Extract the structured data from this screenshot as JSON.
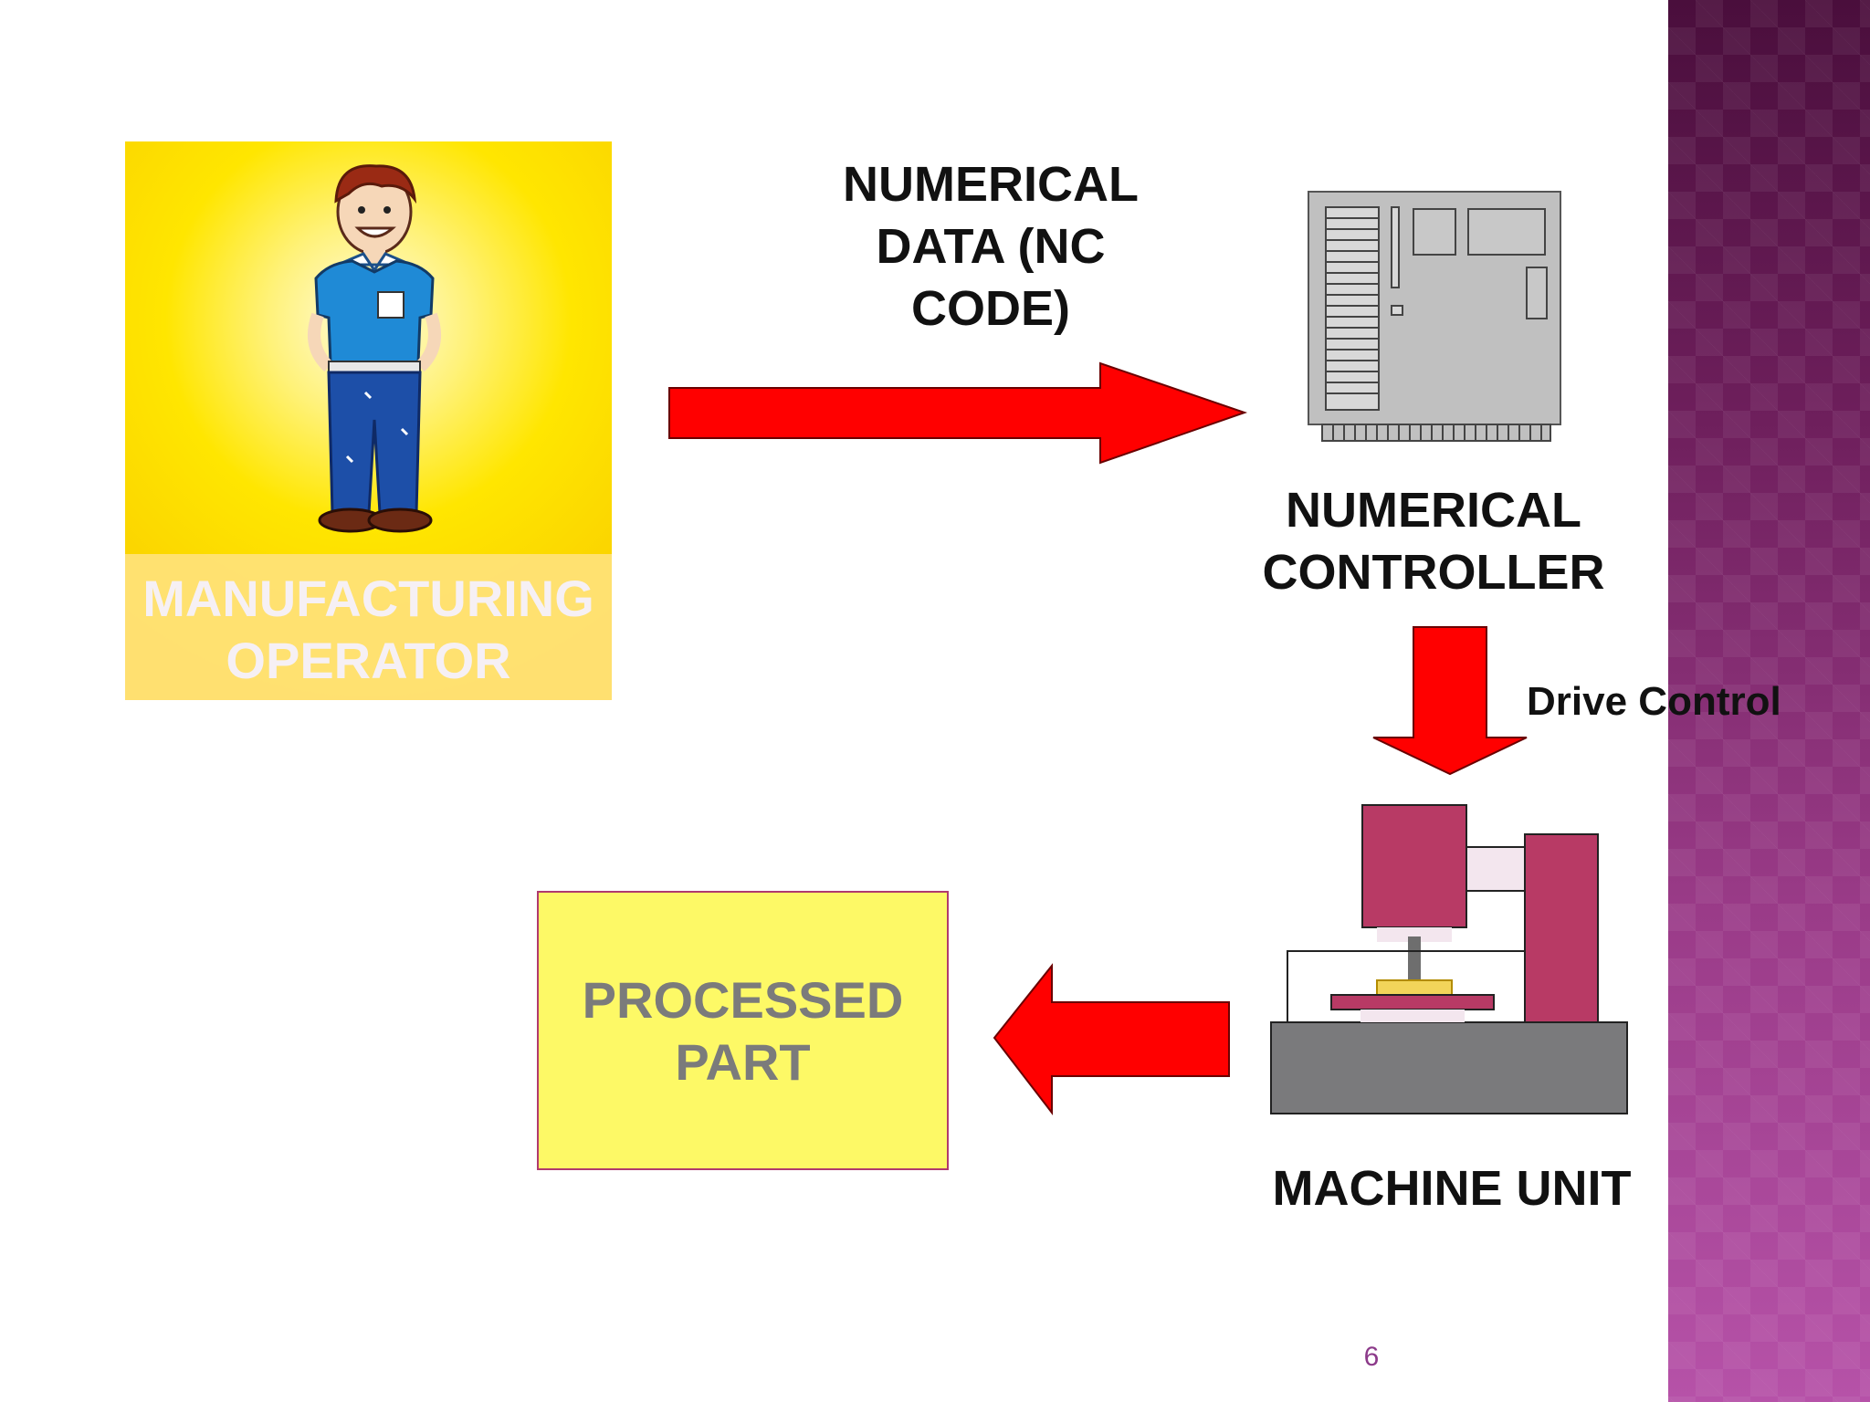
{
  "slide": {
    "operator_label": "MANUFACTURING OPERATOR",
    "data_label": "NUMERICAL DATA (NC CODE)",
    "controller_label": "NUMERICAL CONTROLLER",
    "drive_label": "Drive Control",
    "machine_label": "MACHINE UNIT",
    "part_label": "PROCESSED PART",
    "page_number": "6"
  },
  "colors": {
    "arrow": "#ff0000",
    "operator_background": "#ffe600",
    "part_box": "#fdf966",
    "machine_accent": "#b83a65",
    "machine_base": "#7a7a7c",
    "controller": "#c0c0c0",
    "side_band": "#9a3b88"
  },
  "icons": {
    "operator": "cartoon-operator-icon",
    "controller": "circuit-board-icon",
    "machine": "milling-machine-icon"
  }
}
